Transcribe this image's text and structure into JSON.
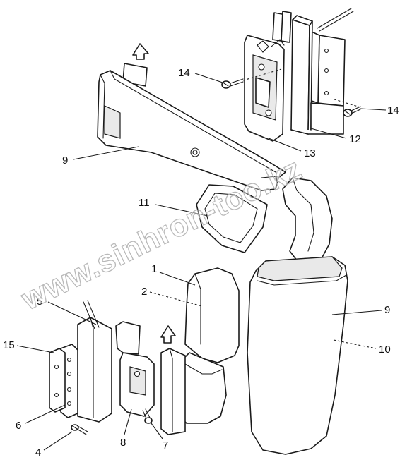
{
  "watermark": "www.sinhron-too.kz",
  "callouts": [
    {
      "id": "c14a",
      "text": "14"
    },
    {
      "id": "c14b",
      "text": "14"
    },
    {
      "id": "c12",
      "text": "12"
    },
    {
      "id": "c13",
      "text": "13"
    },
    {
      "id": "c9a",
      "text": "9"
    },
    {
      "id": "c11",
      "text": "11"
    },
    {
      "id": "c1",
      "text": "1"
    },
    {
      "id": "c2",
      "text": "2"
    },
    {
      "id": "c5",
      "text": "5"
    },
    {
      "id": "c15",
      "text": "15"
    },
    {
      "id": "c6",
      "text": "6"
    },
    {
      "id": "c4",
      "text": "4"
    },
    {
      "id": "c8",
      "text": "8"
    },
    {
      "id": "c7",
      "text": "7"
    },
    {
      "id": "c9b",
      "text": "9"
    },
    {
      "id": "c10",
      "text": "10"
    }
  ]
}
